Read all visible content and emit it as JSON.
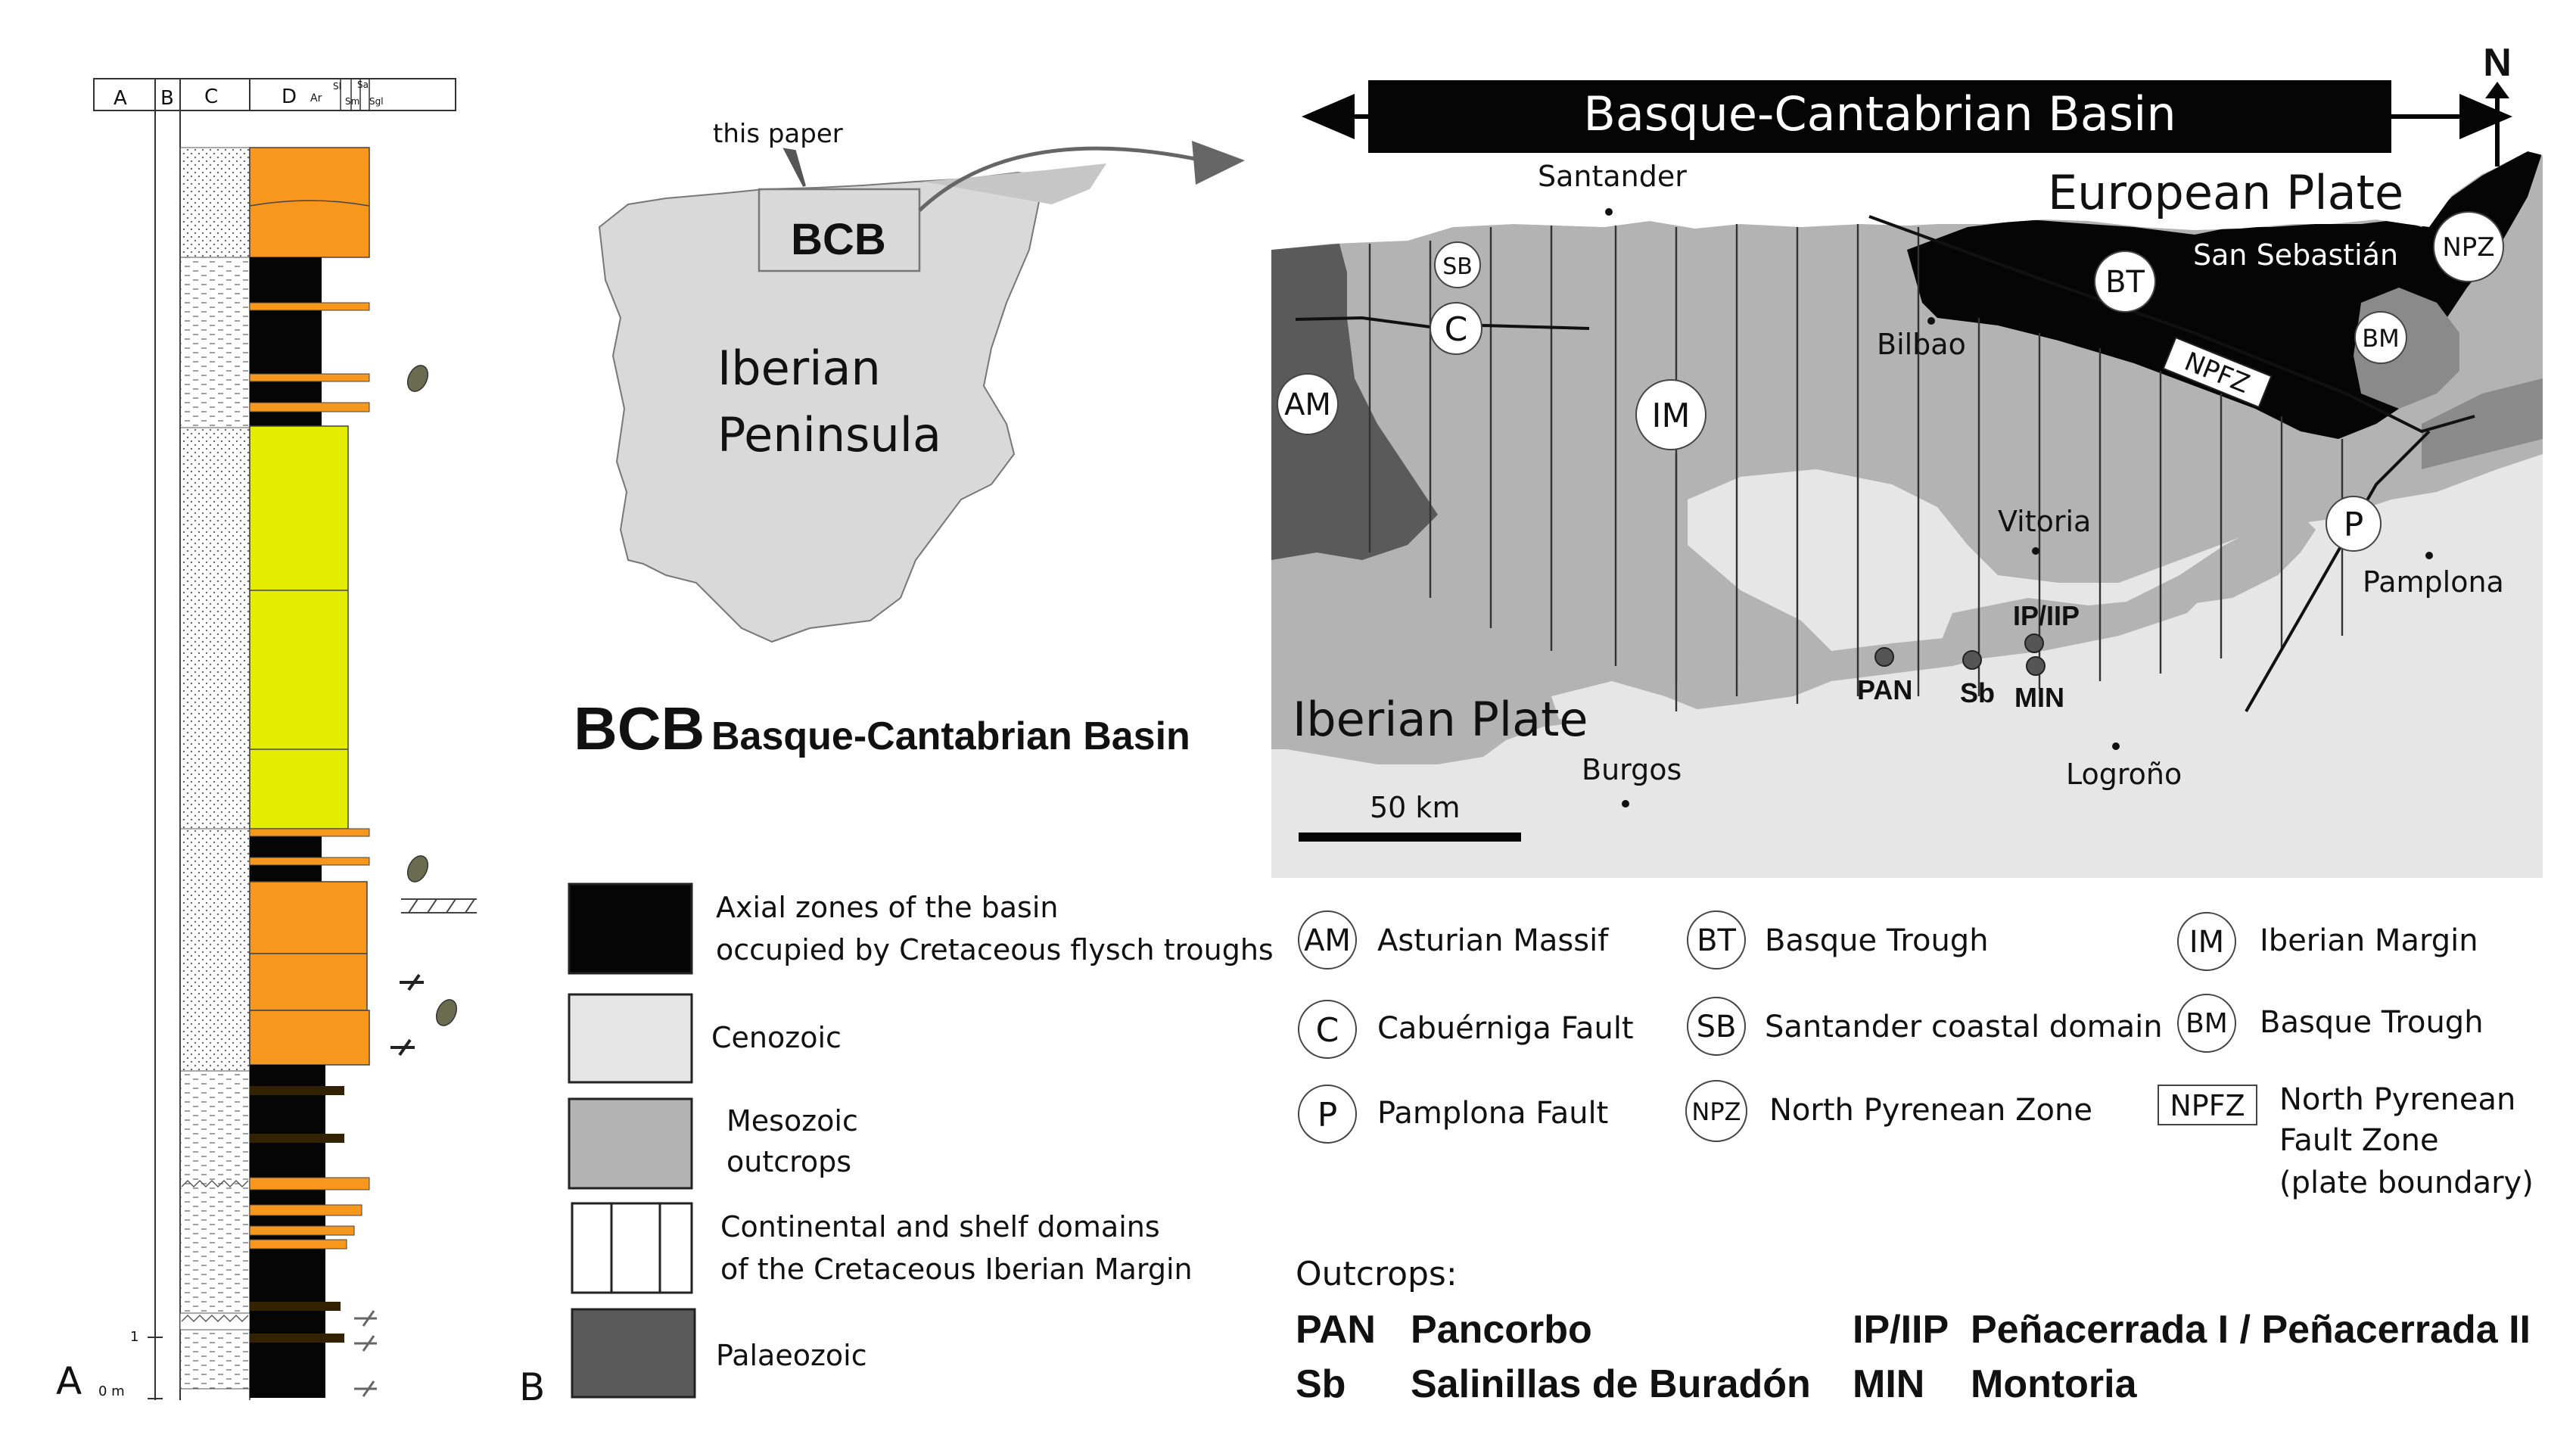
{
  "panel_a": {
    "panel_label": "A",
    "header": {
      "a": "A",
      "b": "B",
      "c": "C",
      "d": "D",
      "e1": "Ar",
      "e2": "Sl",
      "e3": "Sa",
      "e4": "Sm",
      "e5": "Sgl"
    },
    "scale_1": "1",
    "scale_0": "0 m"
  },
  "panel_b": {
    "panel_label": "B",
    "inset": {
      "this_paper": "this paper",
      "bcb": "BCB",
      "iberian_peninsula_1": "Iberian",
      "iberian_peninsula_2": "Peninsula"
    },
    "bcb_abbr": "BCB",
    "bcb_full": "Basque-Cantabrian Basin",
    "legend": [
      {
        "swatch": "#050505",
        "lines": [
          "Axial zones of the basin",
          "occupied by Cretaceous flysch troughs"
        ]
      },
      {
        "swatch": "#e6e6e6",
        "lines": [
          "Cenozoic"
        ]
      },
      {
        "swatch": "#b3b3b3",
        "lines": [
          "Mesozoic",
          "outcrops"
        ]
      },
      {
        "swatch": "striped",
        "lines": [
          "Continental and shelf domains",
          "of the  Cretaceous Iberian Margin"
        ]
      },
      {
        "swatch": "#5a5a5a",
        "lines": [
          "Palaeozoic"
        ]
      }
    ]
  },
  "map": {
    "banner": "Basque-Cantabrian Basin",
    "north": "N",
    "european_plate": "European Plate",
    "iberian_plate": "Iberian Plate",
    "scale": "50 km",
    "cities": {
      "santander": "Santander",
      "bilbao": "Bilbao",
      "san_sebastian": "San Sebastián",
      "vitoria": "Vitoria",
      "pamplona": "Pamplona",
      "burgos": "Burgos",
      "logrono": "Logroño"
    },
    "circles": {
      "sb": "SB",
      "c": "C",
      "am": "AM",
      "im": "IM",
      "bt": "BT",
      "npz": "NPZ",
      "bm": "BM",
      "p": "P"
    },
    "npfz": "NPFZ",
    "outcrops": {
      "pan": "PAN",
      "sb": "Sb",
      "ip": "IP/IIP",
      "min": "MIN"
    }
  },
  "abbrev_legend": [
    {
      "code": "AM",
      "label": "Asturian Massif"
    },
    {
      "code": "BT",
      "label": "Basque Trough"
    },
    {
      "code": "IM",
      "label": "Iberian Margin"
    },
    {
      "code": "C",
      "label": "Cabuérniga Fault"
    },
    {
      "code": "SB",
      "label": "Santander coastal domain"
    },
    {
      "code": "BM",
      "label": "Basque Trough"
    },
    {
      "code": "P",
      "label": "Pamplona Fault"
    },
    {
      "code": "NPZ",
      "label": "North Pyrenean Zone"
    },
    {
      "code": "NPFZ",
      "label_lines": [
        "North Pyrenean",
        "Fault Zone",
        "(plate boundary)"
      ]
    }
  ],
  "outcrops_list": {
    "heading": "Outcrops:",
    "items": [
      {
        "code": "PAN",
        "name": "Pancorbo"
      },
      {
        "code": "IP/IIP",
        "name": "Peñacerrada I  /  Peñacerrada II"
      },
      {
        "code": "Sb",
        "name": "Salinillas de Buradón"
      },
      {
        "code": "MIN",
        "name": "Montoria"
      }
    ]
  },
  "colors": {
    "orange": "#f7971e",
    "yellow": "#e4ec00",
    "black": "#050505",
    "mesozoic": "#b3b3b3",
    "cenozoic": "#e6e6e6",
    "palaeozoic": "#5a5a5a"
  }
}
